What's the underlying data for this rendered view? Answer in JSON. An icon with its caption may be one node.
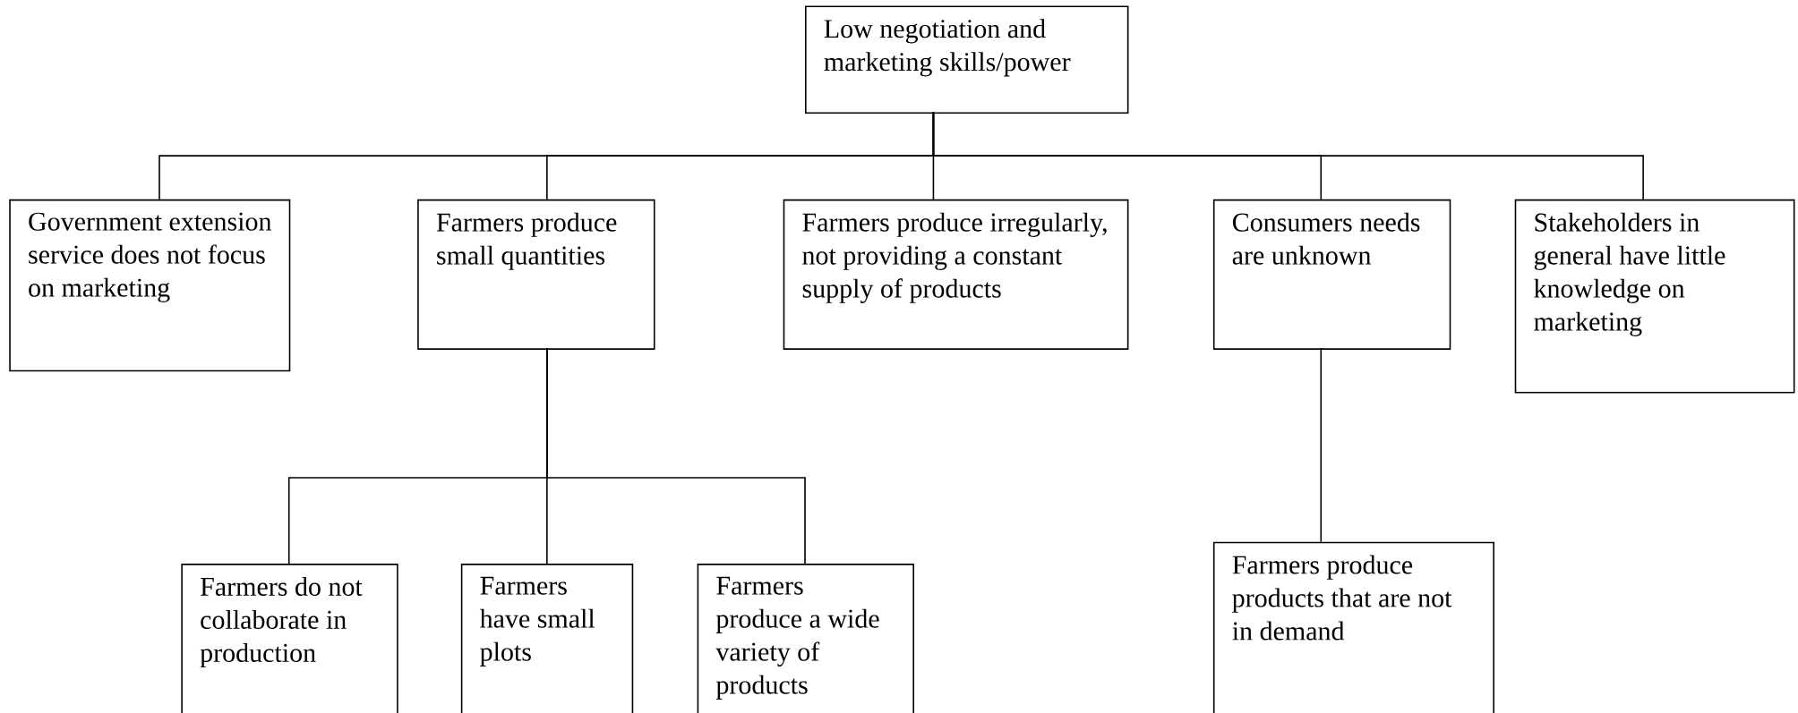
{
  "diagram": {
    "nodes": [
      {
        "text": [
          "Low negotiation and marketing skills/power"
        ]
      },
      {
        "text": [
          "Government extension service does not focus on marketing"
        ]
      },
      {
        "text": [
          "Farmers produce small quantities"
        ]
      },
      {
        "text": [
          "Farmers produce irregularly, not providing a constant supply of products"
        ]
      },
      {
        "text": [
          "Consumers needs are unknown"
        ]
      },
      {
        "text": [
          "Stakeholders in general have little knowledge on marketing"
        ]
      },
      {
        "text": [
          "Farmers do not collaborate in production"
        ]
      },
      {
        "text": [
          "Farmers have small plots"
        ]
      },
      {
        "text": [
          "Farmers produce a wide variety of products"
        ]
      },
      {
        "text": [
          "Farmers produce products that are not in demand"
        ]
      }
    ],
    "edges": [
      {
        "from": 0,
        "to": 1,
        "arrow": "none"
      },
      {
        "from": 0,
        "to": 2,
        "arrow": "none"
      },
      {
        "from": 0,
        "to": 3,
        "arrow": "none"
      },
      {
        "from": 0,
        "to": 4,
        "arrow": "none"
      },
      {
        "from": 0,
        "to": 5,
        "arrow": "none"
      },
      {
        "from": 2,
        "to": 6,
        "arrow": "none"
      },
      {
        "from": 2,
        "to": 7,
        "arrow": "none"
      },
      {
        "from": 2,
        "to": 8,
        "arrow": "none"
      },
      {
        "from": 4,
        "to": 9,
        "arrow": "none"
      }
    ]
  }
}
